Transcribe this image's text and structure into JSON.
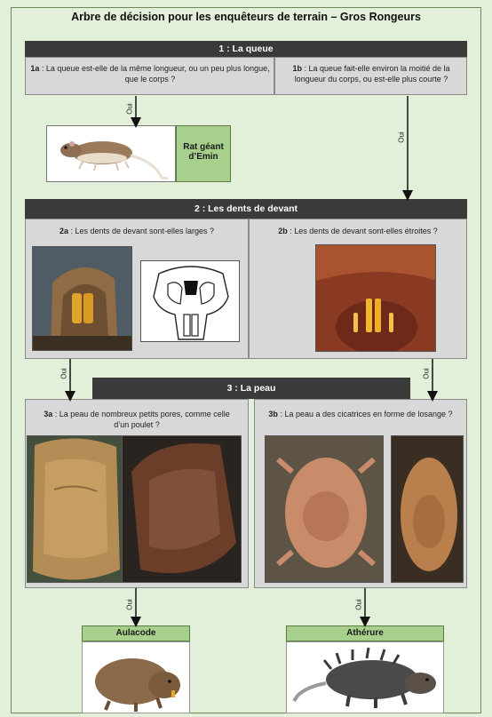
{
  "title": "Arbre de décision pour les enquêteurs de terrain – Gros Rongeurs",
  "sections": {
    "s1": {
      "header": "1 : La queue",
      "a_code": "1a",
      "a_text": " : La queue est-elle de la même longueur, ou un peu plus longue, que le corps ?",
      "b_code": "1b",
      "b_text": " : La queue fait-elle environ la moitié de la longueur du corps, ou est-elle plus courte ?"
    },
    "s2": {
      "header": "2 : Les dents de devant",
      "a_code": "2a",
      "a_text": " : Les dents de devant sont-elles larges ?",
      "b_code": "2b",
      "b_text": " : Les dents de devant sont-elles étroites ?"
    },
    "s3": {
      "header": "3 : La peau",
      "a_code": "3a",
      "a_text": " : La peau de nombreux petits pores, comme celle d’un poulet ?",
      "b_code": "3b",
      "b_text": " : La peau a des cicatrices en forme de losange ?"
    }
  },
  "yes_label": "Oui",
  "results": {
    "emin": "Rat géant d’Emin",
    "aulacode": "Aulacode",
    "atherure": "Athérure"
  },
  "colors": {
    "page_bg": "#e2efd9",
    "header_bar": "#3a3a3a",
    "panel": "#d8d8d8",
    "result_label": "#a8d08d"
  }
}
